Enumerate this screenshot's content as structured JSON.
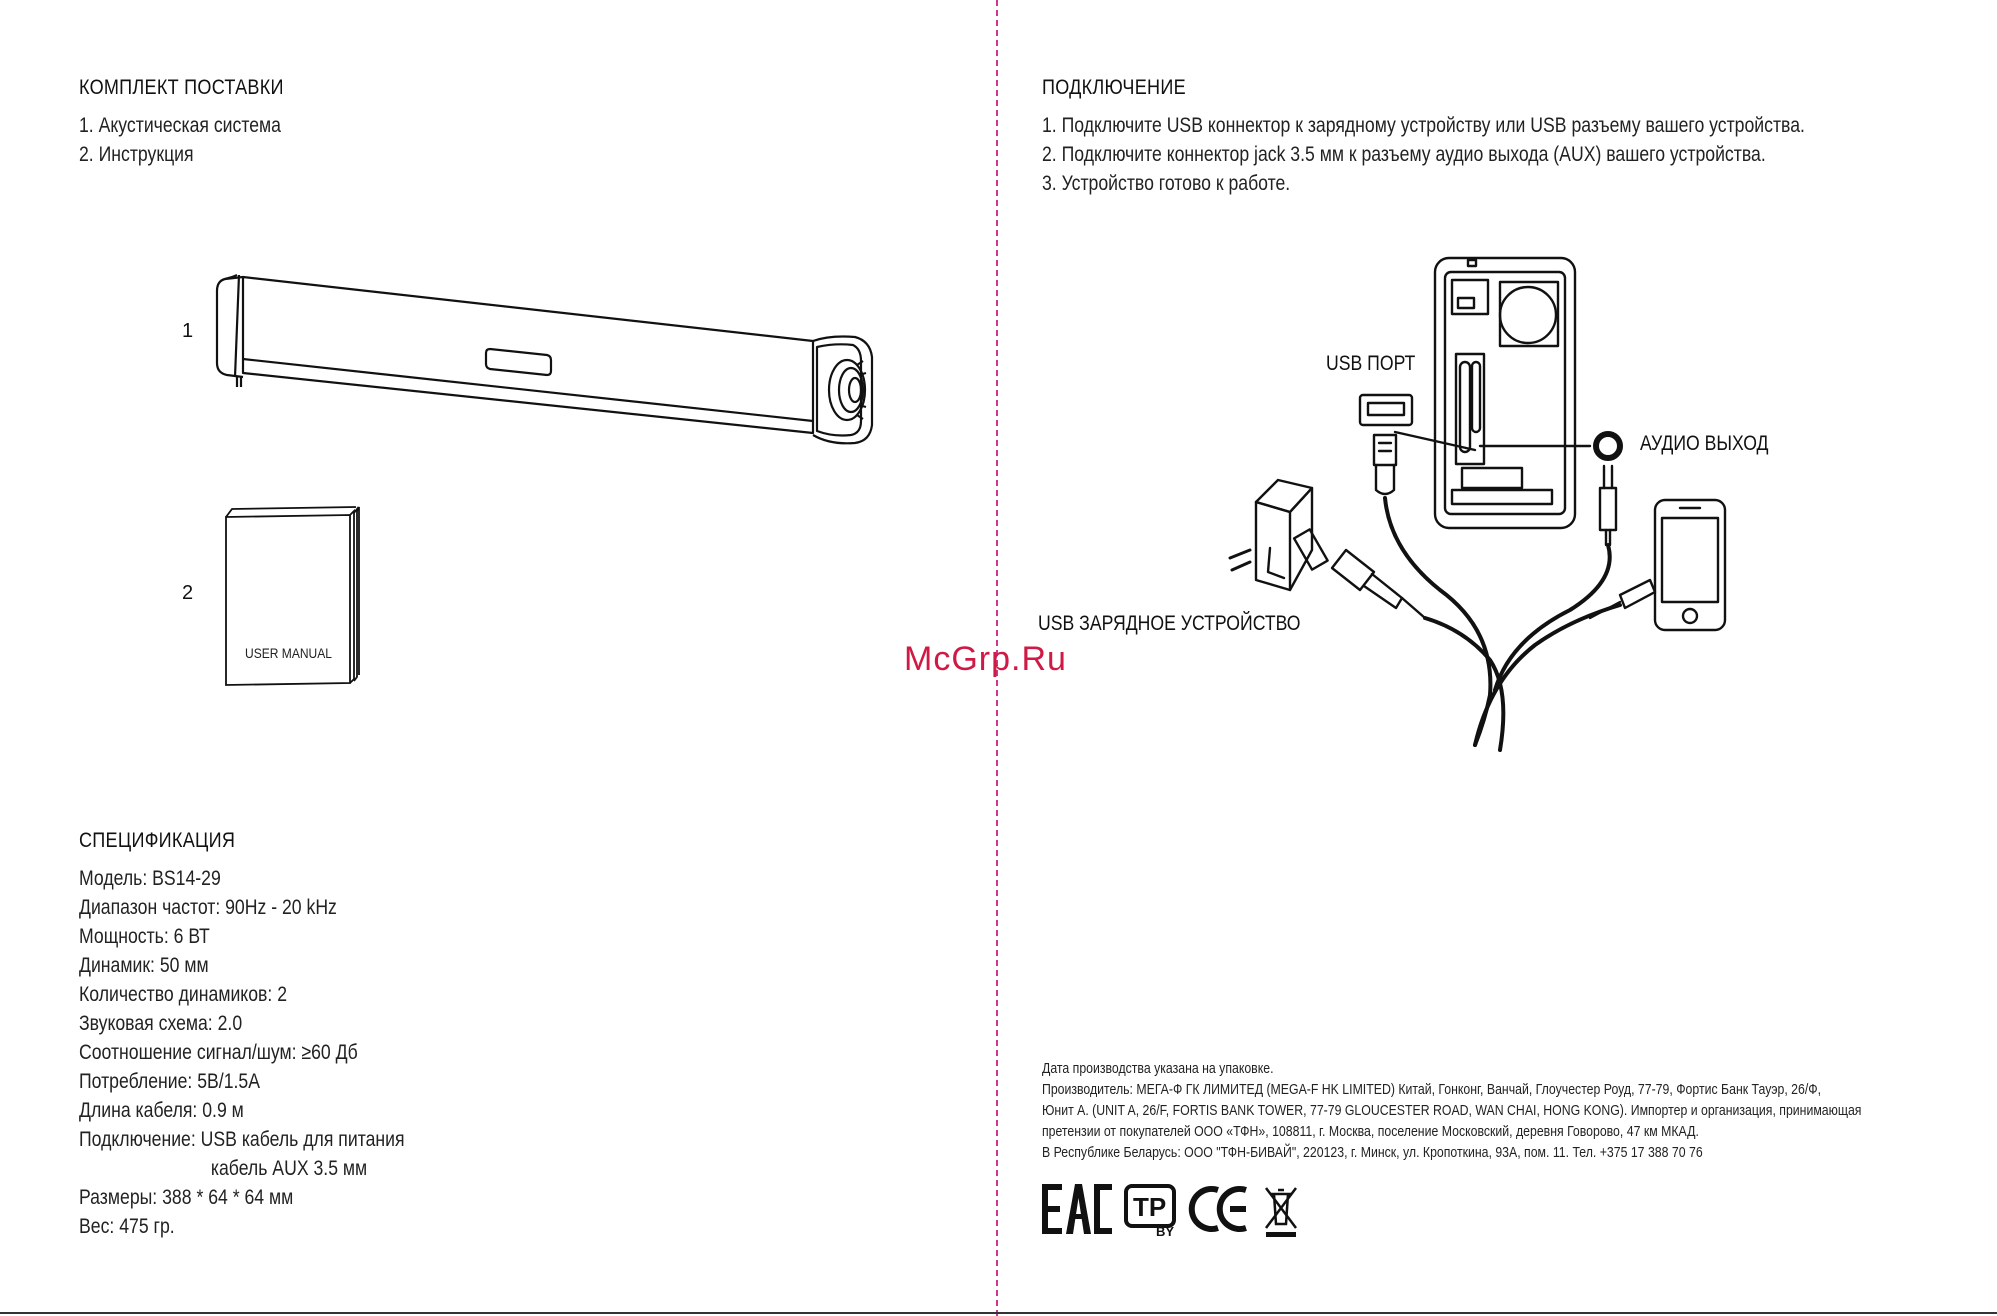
{
  "left": {
    "package": {
      "title": "КОМПЛЕКТ ПОСТАВКИ",
      "items": [
        "1. Акустическая система",
        "2. Инструкция"
      ]
    },
    "figure_labels": [
      "1",
      "2"
    ],
    "manual_cover_text": "USER MANUAL",
    "spec": {
      "title": "СПЕЦИФИКАЦИЯ",
      "lines": [
        "Модель: BS14-29",
        "Диапазон частот: 90Hz - 20 kHz",
        "Мощность: 6 ВТ",
        "Динамик: 50 мм",
        "Количество динамиков: 2",
        "Звуковая схема: 2.0",
        "Соотношение сигнал/шум: ≥60 Дб",
        "Потребление: 5В/1.5А",
        "Длина кабеля: 0.9 м",
        "Подключение: USB кабель для питания",
        "кабель AUX 3.5 мм",
        "Размеры: 388 * 64 * 64 мм",
        "Вес: 475 гр."
      ]
    }
  },
  "right": {
    "connection": {
      "title": "ПОДКЛЮЧЕНИЕ",
      "steps": [
        "1. Подключите USB коннектор к зарядному устройству или USB разъему вашего устройства.",
        "2. Подключите коннектор jack 3.5 мм к разъему аудио выхода (AUX) вашего устройства.",
        "3. Устройство готово к работе."
      ]
    },
    "diagram_labels": {
      "usb_port": "USB ПОРТ",
      "audio_out": "АУДИО ВЫХОД",
      "usb_charger": "USB ЗАРЯДНОЕ УСТРОЙСТВО"
    },
    "footer": {
      "lines": [
        "Дата производства указана на упаковке.",
        "Производитель: МЕГА-Ф ГК ЛИМИТЕД (MEGA-F HK LIMITED) Китай, Гонконг, Ванчай, Глоучестер Роуд, 77-79, Фортис Банк Тауэр, 26/Ф,",
        "Юнит А. (UNIT A, 26/F, FORTIS BANK TOWER, 77-79 GLOUCESTER ROAD, WAN CHAI, HONG KONG). Импортер и организация, принимающая",
        "претензии от покупателей ООО «ТФН», 108811, г. Москва, поселение Московский, деревня Говорово, 47 км МКАД.",
        "В Республике Беларусь: ООО \"ТФН-БИВАЙ\", 220123, г. Минск, ул. Кропоткина, 93А, пом. 11. Тел. +375 17 388 70 76"
      ]
    },
    "certification_marks": [
      "eac-mark",
      "tr-by-mark",
      "ce-mark",
      "weee-bin-mark"
    ]
  },
  "watermark": "McGrp.Ru"
}
